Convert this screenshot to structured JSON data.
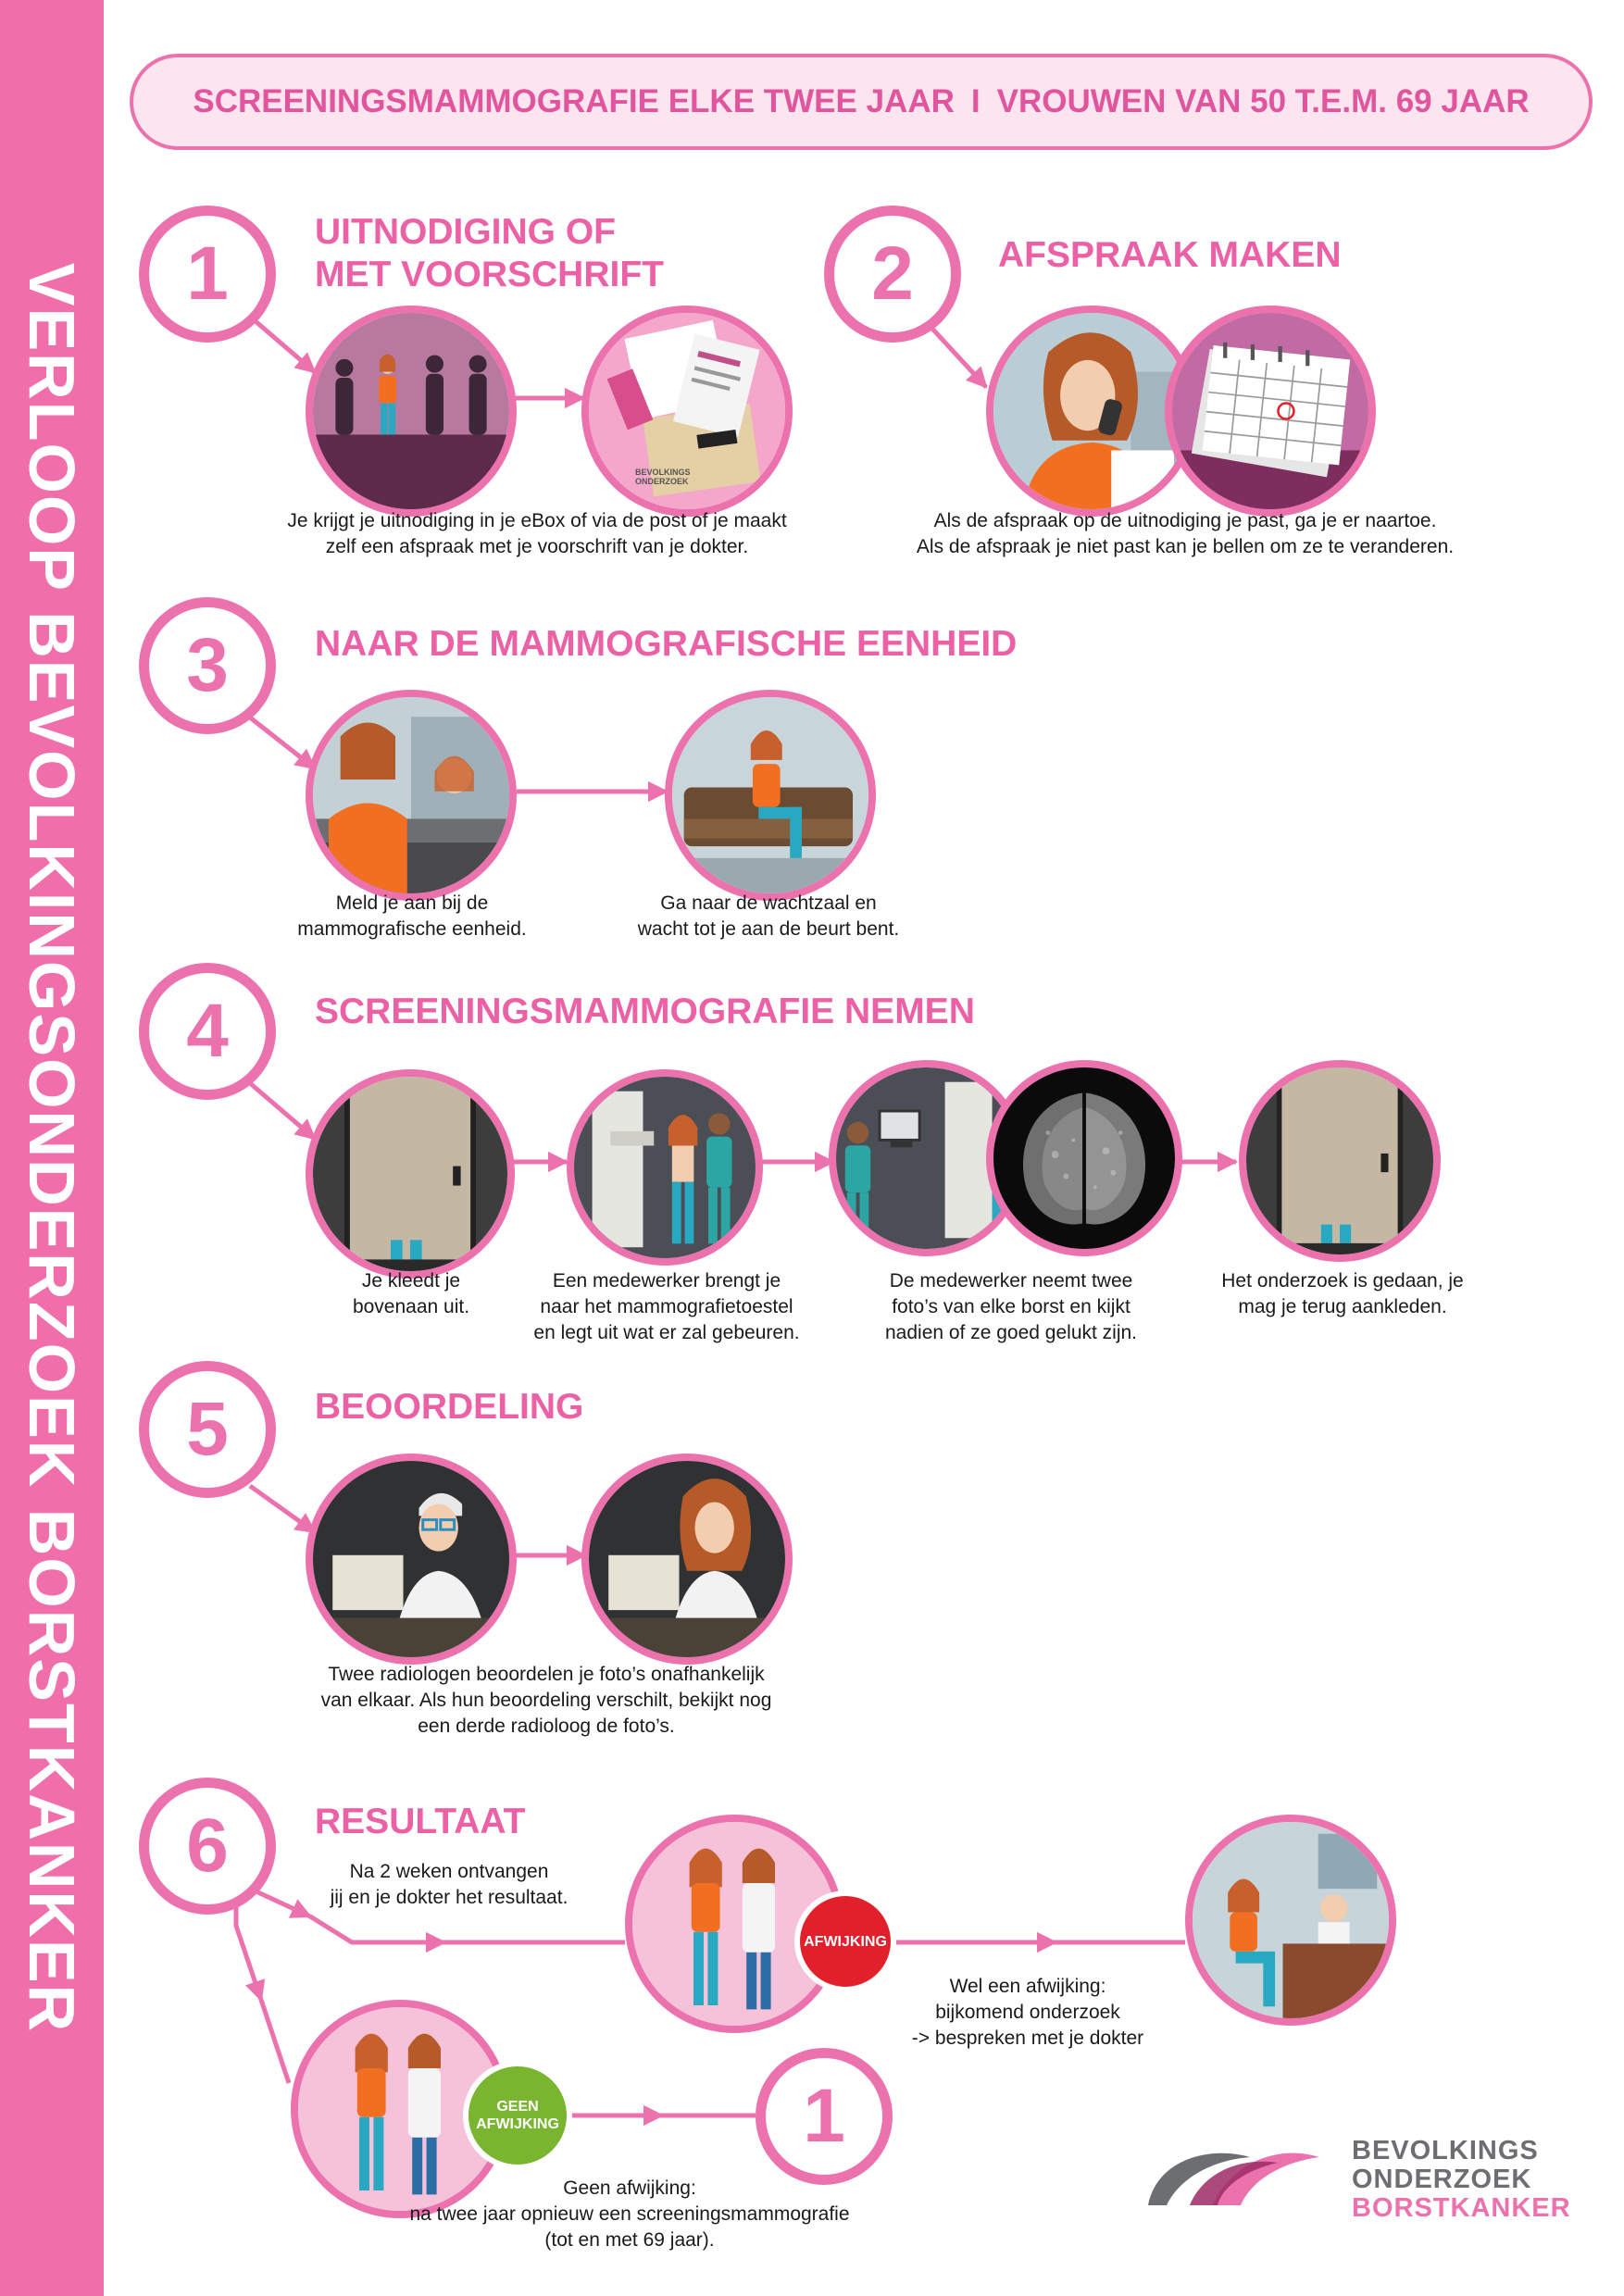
{
  "sidebar": {
    "title": "VERLOOP BEVOLKINGSONDERZOEK BORSTKANKER"
  },
  "banner": {
    "left": "SCREENINGSMAMMOGRAFIE ELKE TWEE JAAR",
    "separator": "I",
    "right": "VROUWEN VAN 50 T.E.M. 69 JAAR"
  },
  "steps": {
    "s1": {
      "number": "1",
      "title_line1": "UITNODIGING OF",
      "title_line2": "MET VOORSCHRIFT",
      "caption": "Je krijgt je uitnodiging in je eBox of via de post of je maakt zelf een afspraak met je voorschrift van je dokter."
    },
    "s2": {
      "number": "2",
      "title": "AFSPRAAK MAKEN",
      "caption_line1": "Als de afspraak op de uitnodiging je past, ga je er naartoe.",
      "caption_line2": "Als de afspraak je niet past kan je bellen om ze te veranderen."
    },
    "s3": {
      "number": "3",
      "title": "NAAR DE MAMMOGRAFISCHE EENHEID",
      "caption_a_line1": "Meld je aan bij de",
      "caption_a_line2": "mammografische eenheid.",
      "caption_b_line1": "Ga naar de wachtzaal en",
      "caption_b_line2": "wacht tot je aan de beurt bent."
    },
    "s4": {
      "number": "4",
      "title": "SCREENINGSMAMMOGRAFIE NEMEN",
      "caption_a_line1": "Je kleedt je",
      "caption_a_line2": "bovenaan uit.",
      "caption_b_line1": "Een medewerker brengt je",
      "caption_b_line2": "naar het mammografietoestel",
      "caption_b_line3": "en legt uit wat er zal gebeuren.",
      "caption_c_line1": "De medewerker neemt twee",
      "caption_c_line2": "foto’s van elke borst en kijkt",
      "caption_c_line3": "nadien of ze goed gelukt zijn.",
      "caption_d_line1": "Het onderzoek is gedaan, je",
      "caption_d_line2": "mag je terug aankleden."
    },
    "s5": {
      "number": "5",
      "title": "BEOORDELING",
      "caption_line1": "Twee radiologen beoordelen je foto’s onafhankelijk",
      "caption_line2": "van elkaar. Als hun beoordeling verschilt, bekijkt nog",
      "caption_line3": "een derde radioloog de foto’s."
    },
    "s6": {
      "number": "6",
      "title": "RESULTAAT",
      "result_line1": "Na 2 weken ontvangen",
      "result_line2": "jij en je dokter het resultaat.",
      "badge_afwijking": "AFWIJKING",
      "afwijking_line1": "Wel een afwijking:",
      "afwijking_line2": "bijkomend onderzoek",
      "afwijking_line3": "-> bespreken met je dokter",
      "badge_geen_line1": "GEEN",
      "badge_geen_line2": "AFWIJKING",
      "geen_line1": "Geen afwijking:",
      "geen_line2": "na twee jaar opnieuw een screeningsmammografie",
      "geen_line3": "(tot en met 69 jaar).",
      "return_number": "1"
    }
  },
  "envelope": {
    "brand_line1": "BEVOLKINGS",
    "brand_line2": "ONDERZOEK"
  },
  "logo": {
    "line1": "BEVOLKINGS",
    "line2": "ONDERZOEK",
    "line3": "BORSTKANKER"
  },
  "colors": {
    "brand_pink": "#ec72ae",
    "sidebar_pink": "#f06fab",
    "banner_fill": "#fce5ef",
    "alert_red": "#e2202c",
    "ok_green": "#7ab530",
    "logo_grey": "#6d6e71"
  }
}
